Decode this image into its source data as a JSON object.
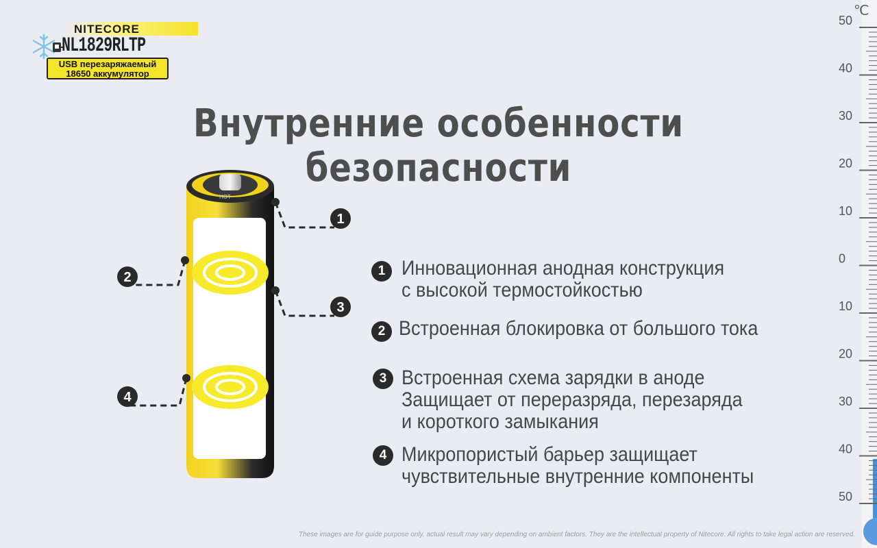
{
  "logo": {
    "brand": "NITECORE",
    "model": "NL1829RLTP",
    "tag_line1": "USB перезаряжаемый",
    "tag_line2": "18650 аккумулятор",
    "icons": [
      "snowflake-icon",
      "usb-plug-icon"
    ]
  },
  "title": "Внутренние особенности безопасности",
  "battery": {
    "top_label": "HOT",
    "callouts": [
      "1",
      "2",
      "3",
      "4"
    ]
  },
  "features": [
    {
      "num": "1",
      "line1": "Инновационная анодная конструкция",
      "line2": "с высокой термостойкостью",
      "line3": ""
    },
    {
      "num": "2",
      "line1": "Встроенная блокировка от большого тока",
      "line2": "",
      "line3": ""
    },
    {
      "num": "3",
      "line1": "Встроенная схема зарядки в аноде",
      "line2": "Защищает от переразряда, перезаряда",
      "line3": "и короткого замыкания"
    },
    {
      "num": "4",
      "line1": "Микропористый барьер защищает",
      "line2": "чувствительные внутренние компоненты",
      "line3": ""
    }
  ],
  "thermometer": {
    "unit": "℃",
    "labels": [
      "50",
      "40",
      "30",
      "20",
      "10",
      "0",
      "10",
      "20",
      "30",
      "40",
      "50"
    ]
  },
  "disclaimer": "These images are for guide purpose only, actual result may vary depending on ambient factors. They are the intellectual property of Nitecore. All rights to take legal action are reserved.",
  "colors": {
    "background": "#ebecf3",
    "accent_yellow": "#f4e52a",
    "text": "#4a4a4a",
    "badge": "#2a2a2a"
  }
}
